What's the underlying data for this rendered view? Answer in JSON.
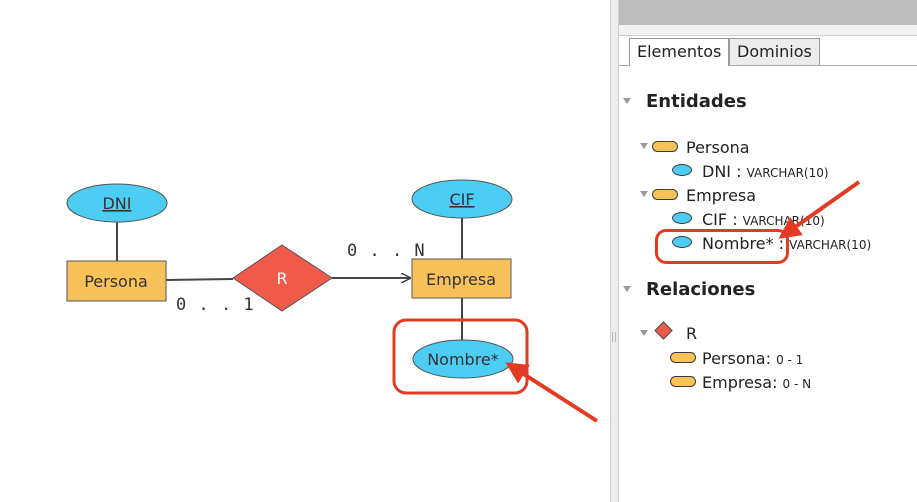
{
  "diagram": {
    "entities": [
      {
        "id": "persona",
        "label": "Persona"
      },
      {
        "id": "empresa",
        "label": "Empresa"
      }
    ],
    "attributes": [
      {
        "id": "dni",
        "label": "DNI",
        "key": true
      },
      {
        "id": "cif",
        "label": "CIF",
        "key": true
      },
      {
        "id": "nombre",
        "label": "Nombre*",
        "key": false
      }
    ],
    "relationship": {
      "label": "R"
    },
    "cardinality_left": "0 . . 1",
    "cardinality_right": "0 . . N"
  },
  "panel": {
    "tabs": [
      "Elementos",
      "Dominios"
    ],
    "entidades_heading": "Entidades",
    "relaciones_heading": "Relaciones",
    "tree": {
      "persona": "Persona",
      "dni_name": "DNI",
      "dni_type": "VARCHAR(10)",
      "empresa": "Empresa",
      "cif_name": "CIF",
      "cif_type": "VARCHAR(10)",
      "nombre_name": "Nombre*",
      "nombre_type": "VARCHAR(10)",
      "rel_name": "R",
      "rel_persona": "Persona:",
      "rel_persona_card": "0 - 1",
      "rel_empresa": "Empresa:",
      "rel_empresa_card": "0 - N"
    },
    "separator": ":"
  },
  "colors": {
    "entity": "#f7c25a",
    "attribute": "#4dcdf4",
    "relationship": "#f05a4a",
    "highlight": "#e23b22"
  }
}
